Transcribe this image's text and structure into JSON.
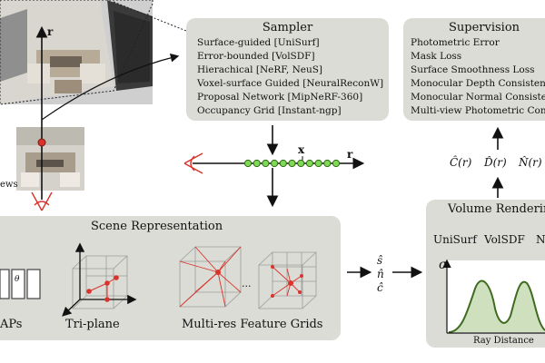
{
  "sampler": {
    "title": "Sampler",
    "items": [
      "Surface-guided [UniSurf]",
      "Error-bounded [VolSDF]",
      "Hierachical [NeRF, NeuS]",
      "Voxel-surface Guided [NeuralReconW]",
      "Proposal Network [MipNeRF-360]",
      "Occupancy Grid [Instant-ngp]"
    ]
  },
  "supervision": {
    "title": "Supervision",
    "items": [
      "Photometric Error",
      "Mask Loss",
      "Surface Smoothness Loss",
      "Monocular Depth Consisten",
      "Monocular Normal Consiste",
      "Multi-view Photometric Con"
    ]
  },
  "scene_representation": {
    "title": "Scene Representation",
    "labels": [
      "APs",
      "Tri-plane",
      "Multi-res Feature Grids"
    ],
    "theta_glyph": "θ",
    "ellipsis": "..."
  },
  "volume_rendering": {
    "title": "Volume Rendering",
    "methods": [
      "UniSurf",
      "VolSDF",
      "N"
    ],
    "y_symbol": "σ",
    "x_axis_label": "Ray Distance"
  },
  "ray": {
    "x_label": "x",
    "r_label": "r",
    "point_count": 11
  },
  "camera_image": {
    "r_label": "r",
    "side_label": "ews"
  },
  "outputs": [
    "Ĉ(r)",
    "D̂(r)",
    "N̂(r)"
  ],
  "predictions": [
    "ŝ",
    "n̂",
    "ĉ"
  ],
  "colors": {
    "box_fill": "#dcdcd6",
    "ray_point": "#7ed957",
    "camera": "#d9332b",
    "curve": "#3e6b1f",
    "curve_fill": "#cfe0bf"
  }
}
